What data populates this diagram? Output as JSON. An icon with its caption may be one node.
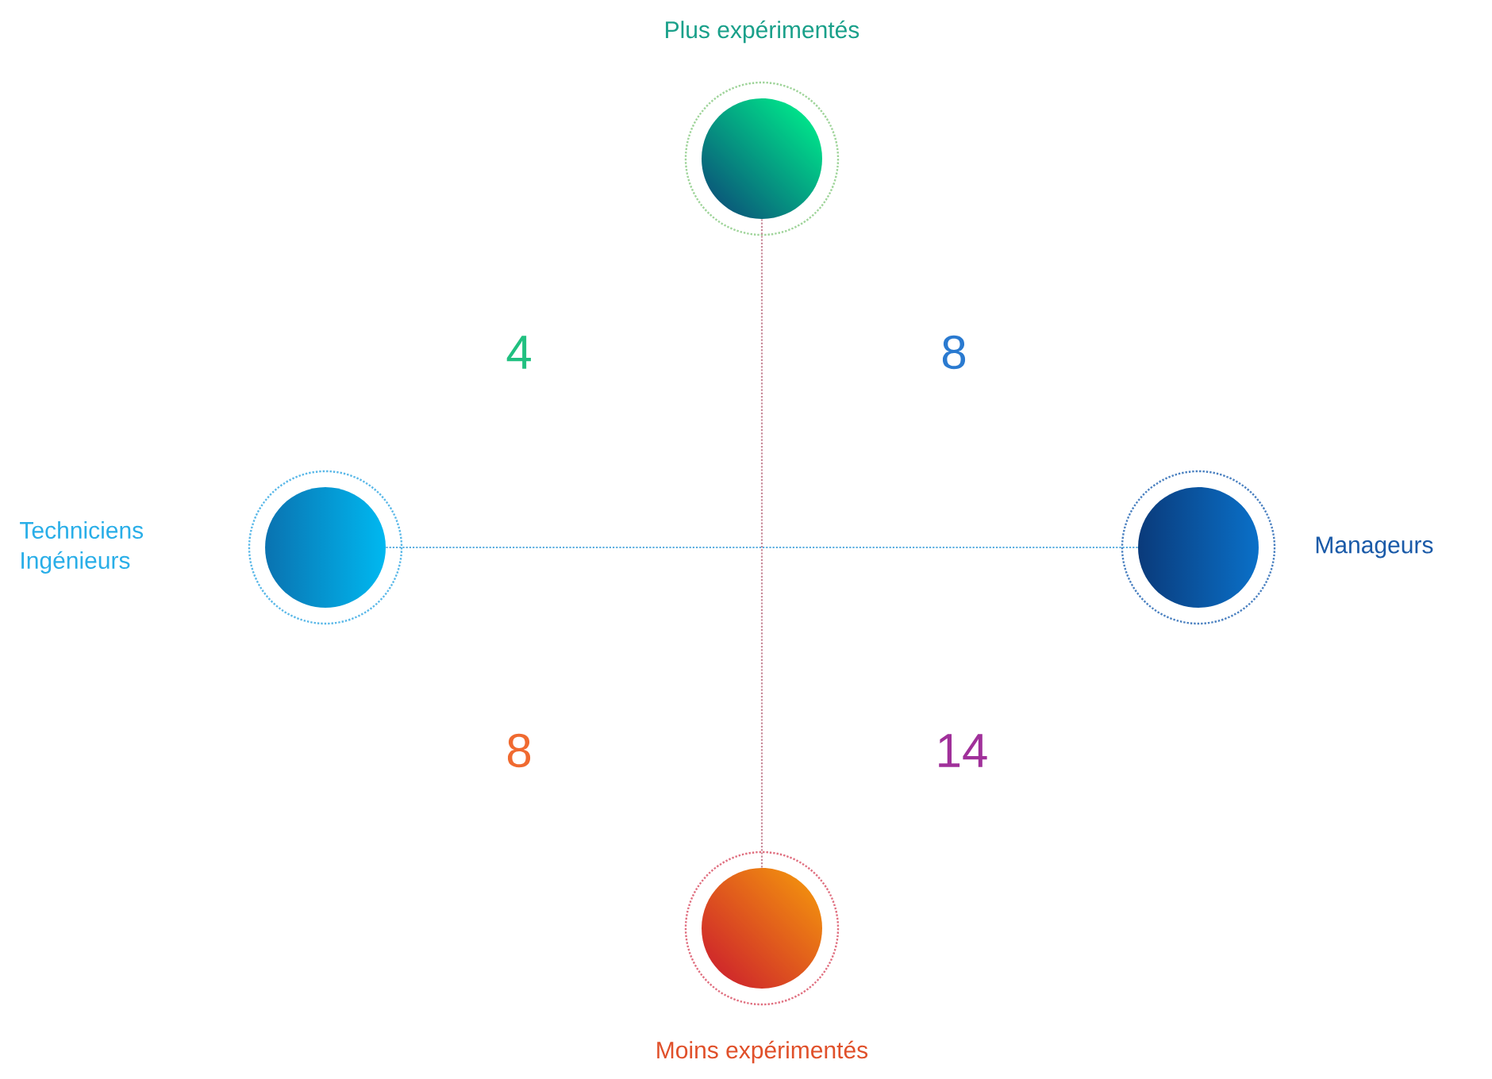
{
  "diagram": {
    "nodes": [
      {
        "text": [
          "Plus expérimentés"
        ]
      },
      {
        "text": [
          "Techniciens Ingénieurs"
        ]
      },
      {
        "text": [
          "Manageurs"
        ]
      },
      {
        "text": [
          "Moins expérimentés"
        ]
      }
    ],
    "edges": [
      {
        "from": 0,
        "to": 3,
        "arrow": "none",
        "style": "dashed",
        "color": "#c98a9a"
      },
      {
        "from": 1,
        "to": 2,
        "arrow": "none",
        "style": "dashed",
        "color": "#5aaee0"
      }
    ],
    "labels": [
      "4",
      "8",
      "8",
      "14"
    ]
  }
}
